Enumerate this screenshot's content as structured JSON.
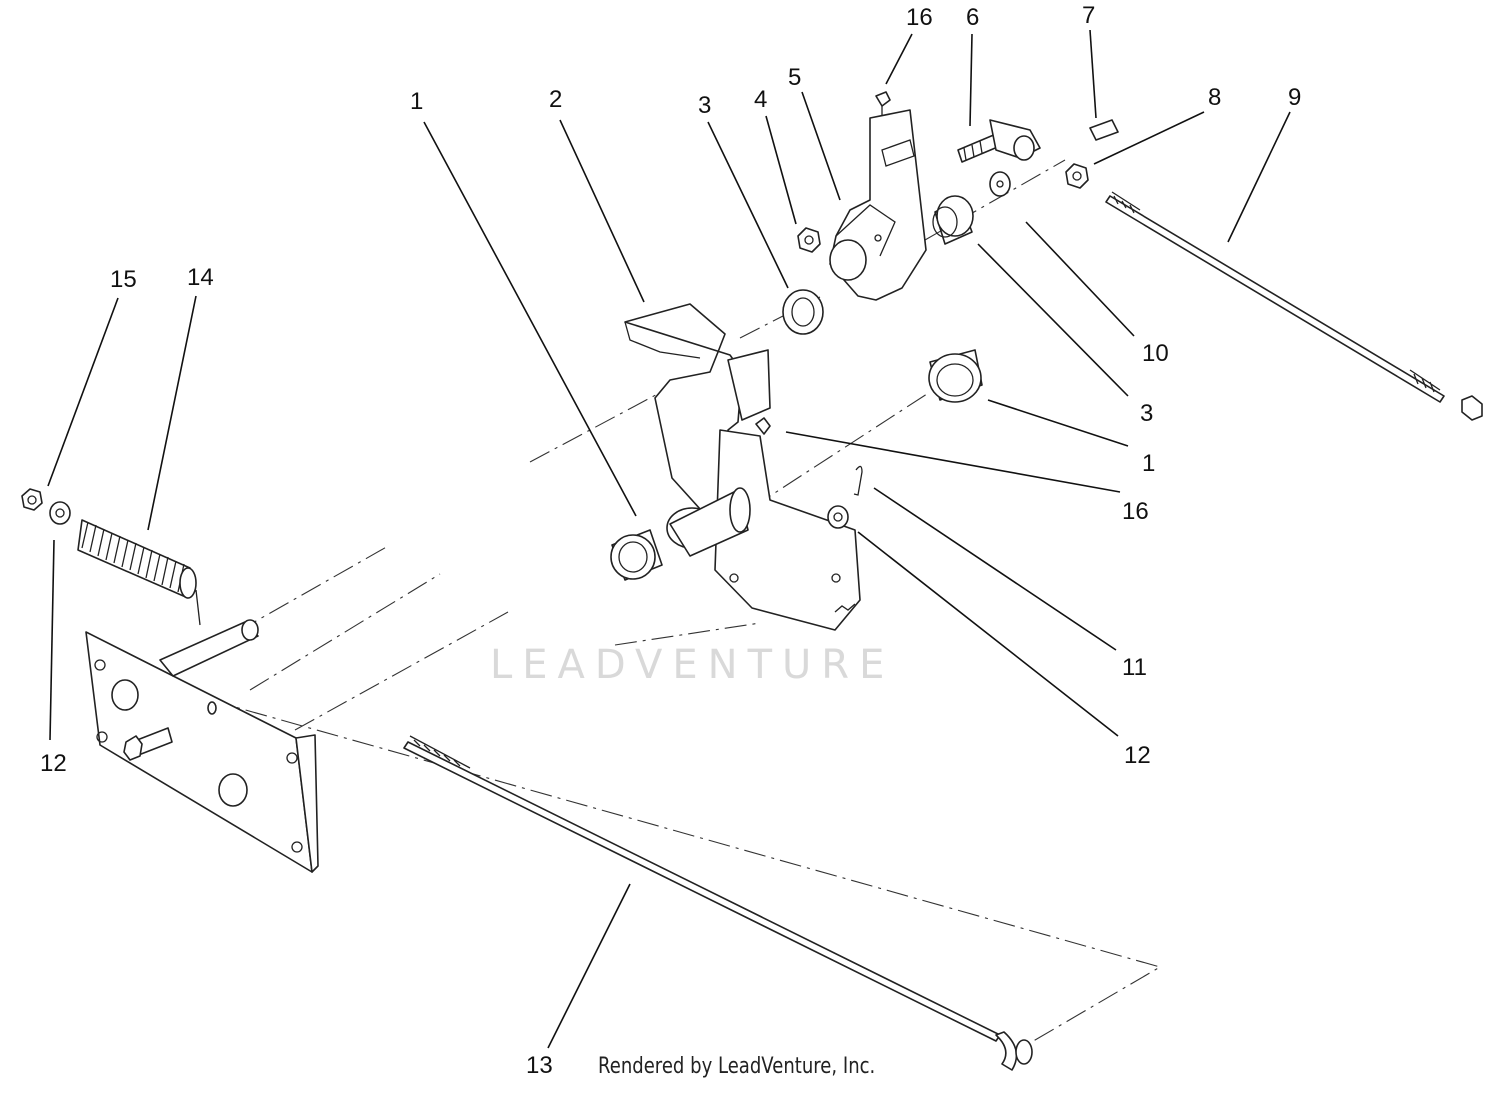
{
  "diagram": {
    "callouts": [
      {
        "id": "c16a",
        "text": "16"
      },
      {
        "id": "c6",
        "text": "6"
      },
      {
        "id": "c7",
        "text": "7"
      },
      {
        "id": "c5",
        "text": "5"
      },
      {
        "id": "c8",
        "text": "8"
      },
      {
        "id": "c9",
        "text": "9"
      },
      {
        "id": "c1a",
        "text": "1"
      },
      {
        "id": "c2",
        "text": "2"
      },
      {
        "id": "c3a",
        "text": "3"
      },
      {
        "id": "c4",
        "text": "4"
      },
      {
        "id": "c15",
        "text": "15"
      },
      {
        "id": "c14",
        "text": "14"
      },
      {
        "id": "c10",
        "text": "10"
      },
      {
        "id": "c3b",
        "text": "3"
      },
      {
        "id": "c1b",
        "text": "1"
      },
      {
        "id": "c16b",
        "text": "16"
      },
      {
        "id": "c11",
        "text": "11"
      },
      {
        "id": "c12a",
        "text": "12"
      },
      {
        "id": "c12b",
        "text": "12"
      },
      {
        "id": "c13",
        "text": "13"
      }
    ],
    "credit": "Rendered by LeadVenture, Inc.",
    "watermark": "LEADVENTURE"
  }
}
